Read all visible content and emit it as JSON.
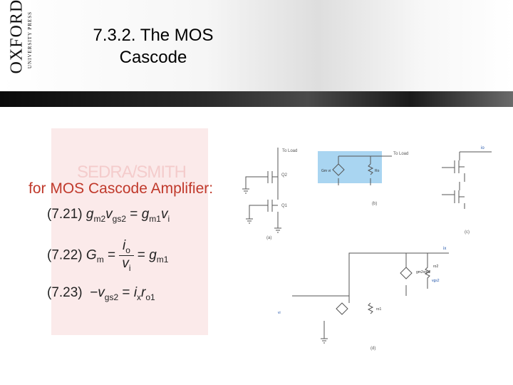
{
  "logo": {
    "name": "OXFORD",
    "sub": "UNIVERSITY PRESS"
  },
  "slide": {
    "title": "7.3.2. The MOS\nCascode"
  },
  "book_cover": {
    "text": "SEDRA/SMITH"
  },
  "content": {
    "subtitle": "for MOS Cascode Amplifier:",
    "eq1_label": "(7.21)",
    "eq2_label": "(7.22)",
    "eq3_label": "(7.23)"
  },
  "figure_labels": {
    "a": "(a)",
    "b": "(b)",
    "c": "(c)",
    "d": "(d)",
    "load": "To Load",
    "load2": "To Load",
    "q1": "Q1",
    "q2": "Q2",
    "gm": "Gm vi",
    "ro": "Ro",
    "io": "io",
    "vi": "vi",
    "vgs": "vgs2",
    "ro2": "ro2",
    "ro1": "ro1",
    "gmro": "gm2vgs2",
    "ix": "ix"
  },
  "colors": {
    "subtitle": "#c0392b",
    "highlight": "#a9d5f1",
    "cover": "#fbeaea"
  }
}
